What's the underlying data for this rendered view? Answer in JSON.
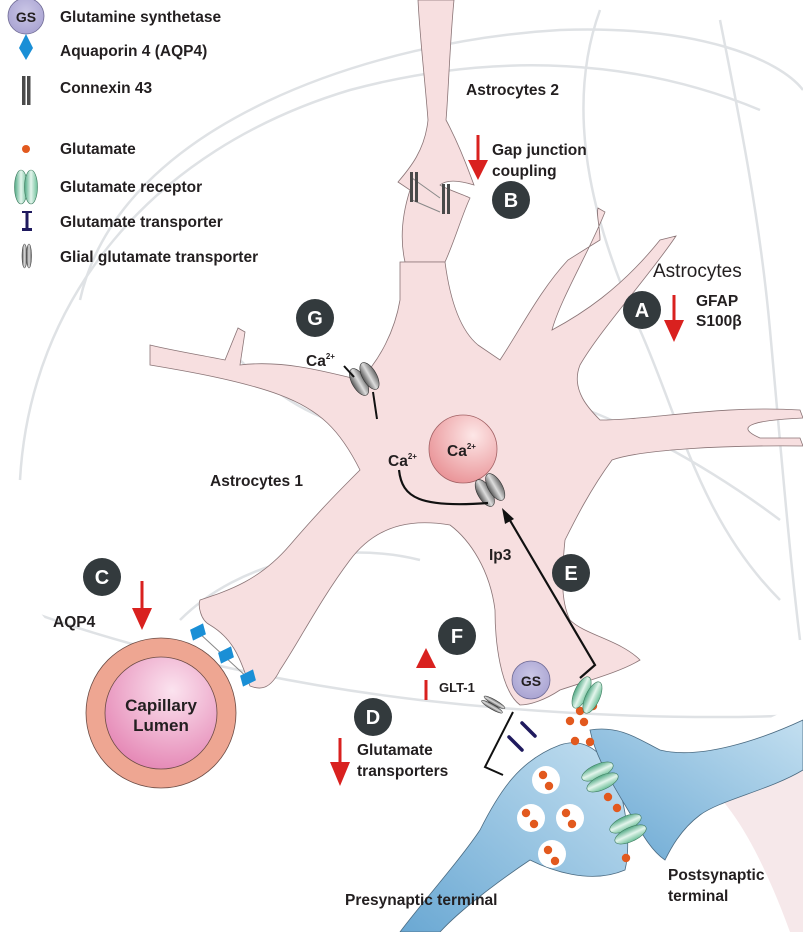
{
  "legend": [
    {
      "icon": "glutamine-synthetase-icon",
      "icon_text": "GS",
      "label": "Glutamine synthetase"
    },
    {
      "icon": "aquaporin-diamond-icon",
      "label": "Aquaporin 4 (AQP4)"
    },
    {
      "icon": "connexin-bar-icon",
      "label": "Connexin 43"
    },
    {
      "icon": "glutamate-dot-icon",
      "label": "Glutamate"
    },
    {
      "icon": "glutamate-receptor-icon",
      "label": "Glutamate receptor"
    },
    {
      "icon": "glutamate-transporter-icon",
      "label": "Glutamate transporter"
    },
    {
      "icon": "glial-glutamate-transporter-icon",
      "label": "Glial glutamate transporter"
    }
  ],
  "labels": {
    "astrocytes_2": "Astrocytes 2",
    "astrocytes_1": "Astrocytes 1",
    "astrocytes": "Astrocytes",
    "gap_junction_line1": "Gap junction",
    "gap_junction_line2": "coupling",
    "gfap": "GFAP",
    "s100b": "S100β",
    "aqp4": "AQP4",
    "capillary_line1": "Capillary",
    "capillary_line2": "Lumen",
    "ca": "Ca",
    "ca_charge": "2+",
    "ip3": "Ip3",
    "glt1": "GLT-1",
    "gs": "GS",
    "glutamate_transporters_line1": "Glutamate",
    "glutamate_transporters_line2": "transporters",
    "presynaptic": "Presynaptic terminal",
    "postsynaptic_line1": "Postsynaptic",
    "postsynaptic_line2": "terminal"
  },
  "badges": {
    "a": "A",
    "b": "B",
    "c": "C",
    "d": "D",
    "e": "E",
    "f": "F",
    "g": "G"
  },
  "changes": {
    "a": "down",
    "b": "down",
    "c": "down",
    "d": "down",
    "f": "up"
  },
  "colors": {
    "astrocyte_fill": "#f7dfe0",
    "badge": "#333a3d",
    "arrow_red": "#d9211f",
    "aqp4": "#1a8fd6",
    "glutamate": "#e2591e",
    "receptor": "#8fd1b0",
    "transporter": "#1f1a5e",
    "gs": "#b5b0d8",
    "neuron_blue": "#8ec0e0"
  }
}
